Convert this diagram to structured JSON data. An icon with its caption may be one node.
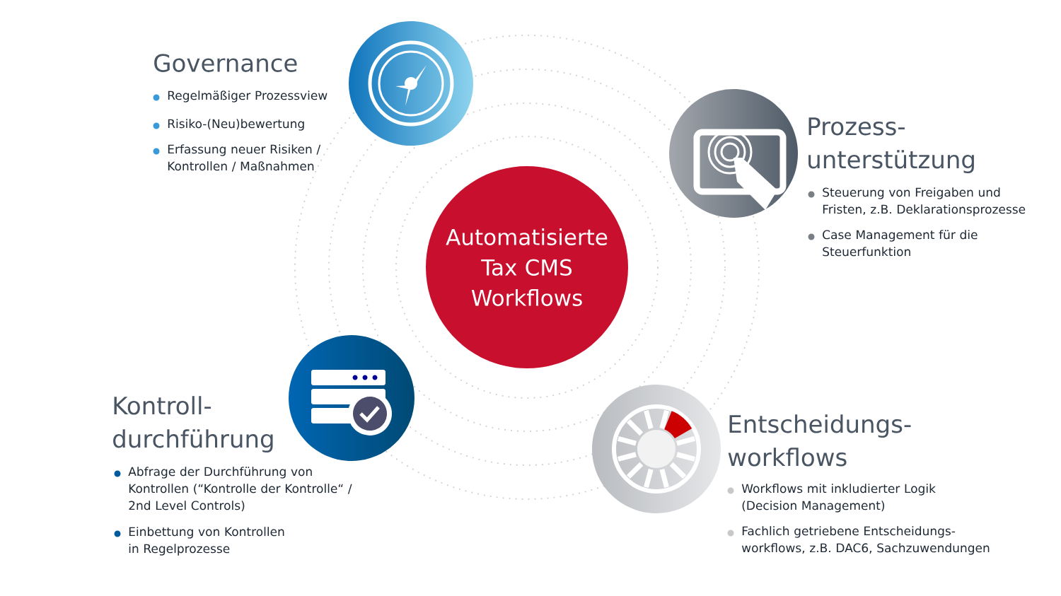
{
  "diagram": {
    "nodes": [
      {
        "text": [
          "Automatisierte Tax CMS Workflows"
        ]
      },
      {
        "text": [
          "Governance",
          "Regelmäßiger Prozessview",
          "Risiko-(Neu)bewertung",
          "Erfassung neuer Risiken / Kontrollen / Maßnahmen"
        ]
      },
      {
        "text": [
          "Prozess- unterstützung",
          "Steuerung von Freigaben und Fristen, z.B. Deklarationsprozesse",
          "Case Management für die Steuerfunktion"
        ]
      },
      {
        "text": [
          "Kontroll- durchführung",
          "Abfrage der Durchführung von Kontrollen (“Kontrolle der Kontrolle“ / 2nd Level Controls)",
          "Einbettung von Kontrollen in Regelprozesse"
        ]
      },
      {
        "text": [
          "Entscheidungs- workflows",
          "Workflows mit inkludierter Logik (Decision Management)",
          "Fachlich getriebene Entscheidungs- workflows, z.B. DAC6, Sachzuwendungen"
        ]
      }
    ],
    "edges": []
  }
}
